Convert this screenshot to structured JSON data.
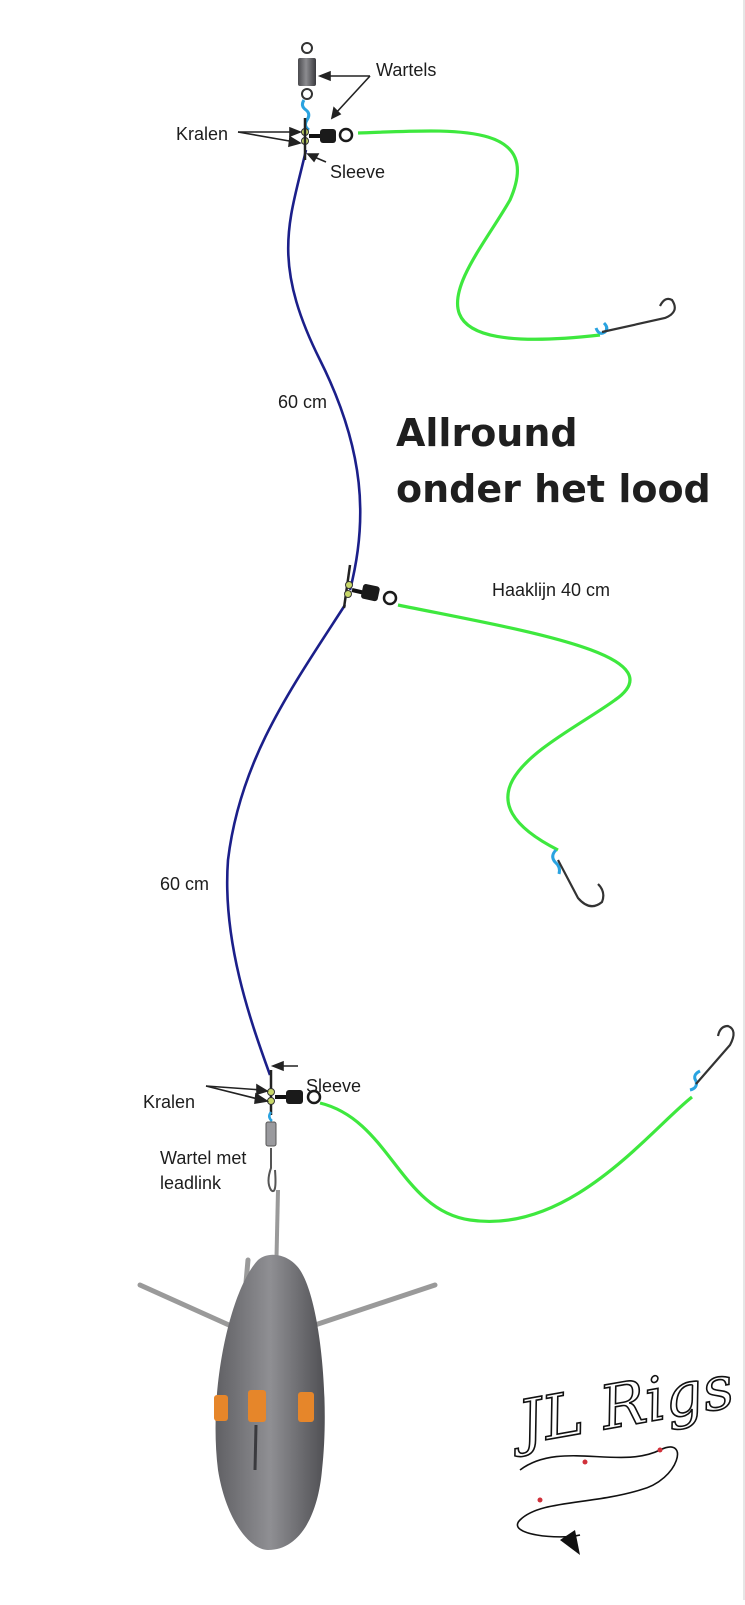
{
  "title": {
    "line1": "Allround",
    "line2": "onder het lood"
  },
  "labels": {
    "wartels": "Wartels",
    "kralen_top": "Kralen",
    "sleeve_top": "Sleeve",
    "length_upper": "60 cm",
    "haaklijn": "Haaklijn 40 cm",
    "length_lower": "60 cm",
    "sleeve_bottom": "Sleeve",
    "kralen_bottom": "Kralen",
    "wartel_line1": "Wartel met",
    "wartel_line2": "leadlink"
  },
  "logo": {
    "text": "JL Rigs"
  },
  "colors": {
    "mainline": "#1b1f8a",
    "hooklink": "#3ee83e",
    "bead": "#c8d86a",
    "knot": "#2aa3e0",
    "swivel": "#1a1a1a",
    "lead": "#6f6f73",
    "orange": "#e6862a",
    "wire": "#9a9a9a"
  }
}
